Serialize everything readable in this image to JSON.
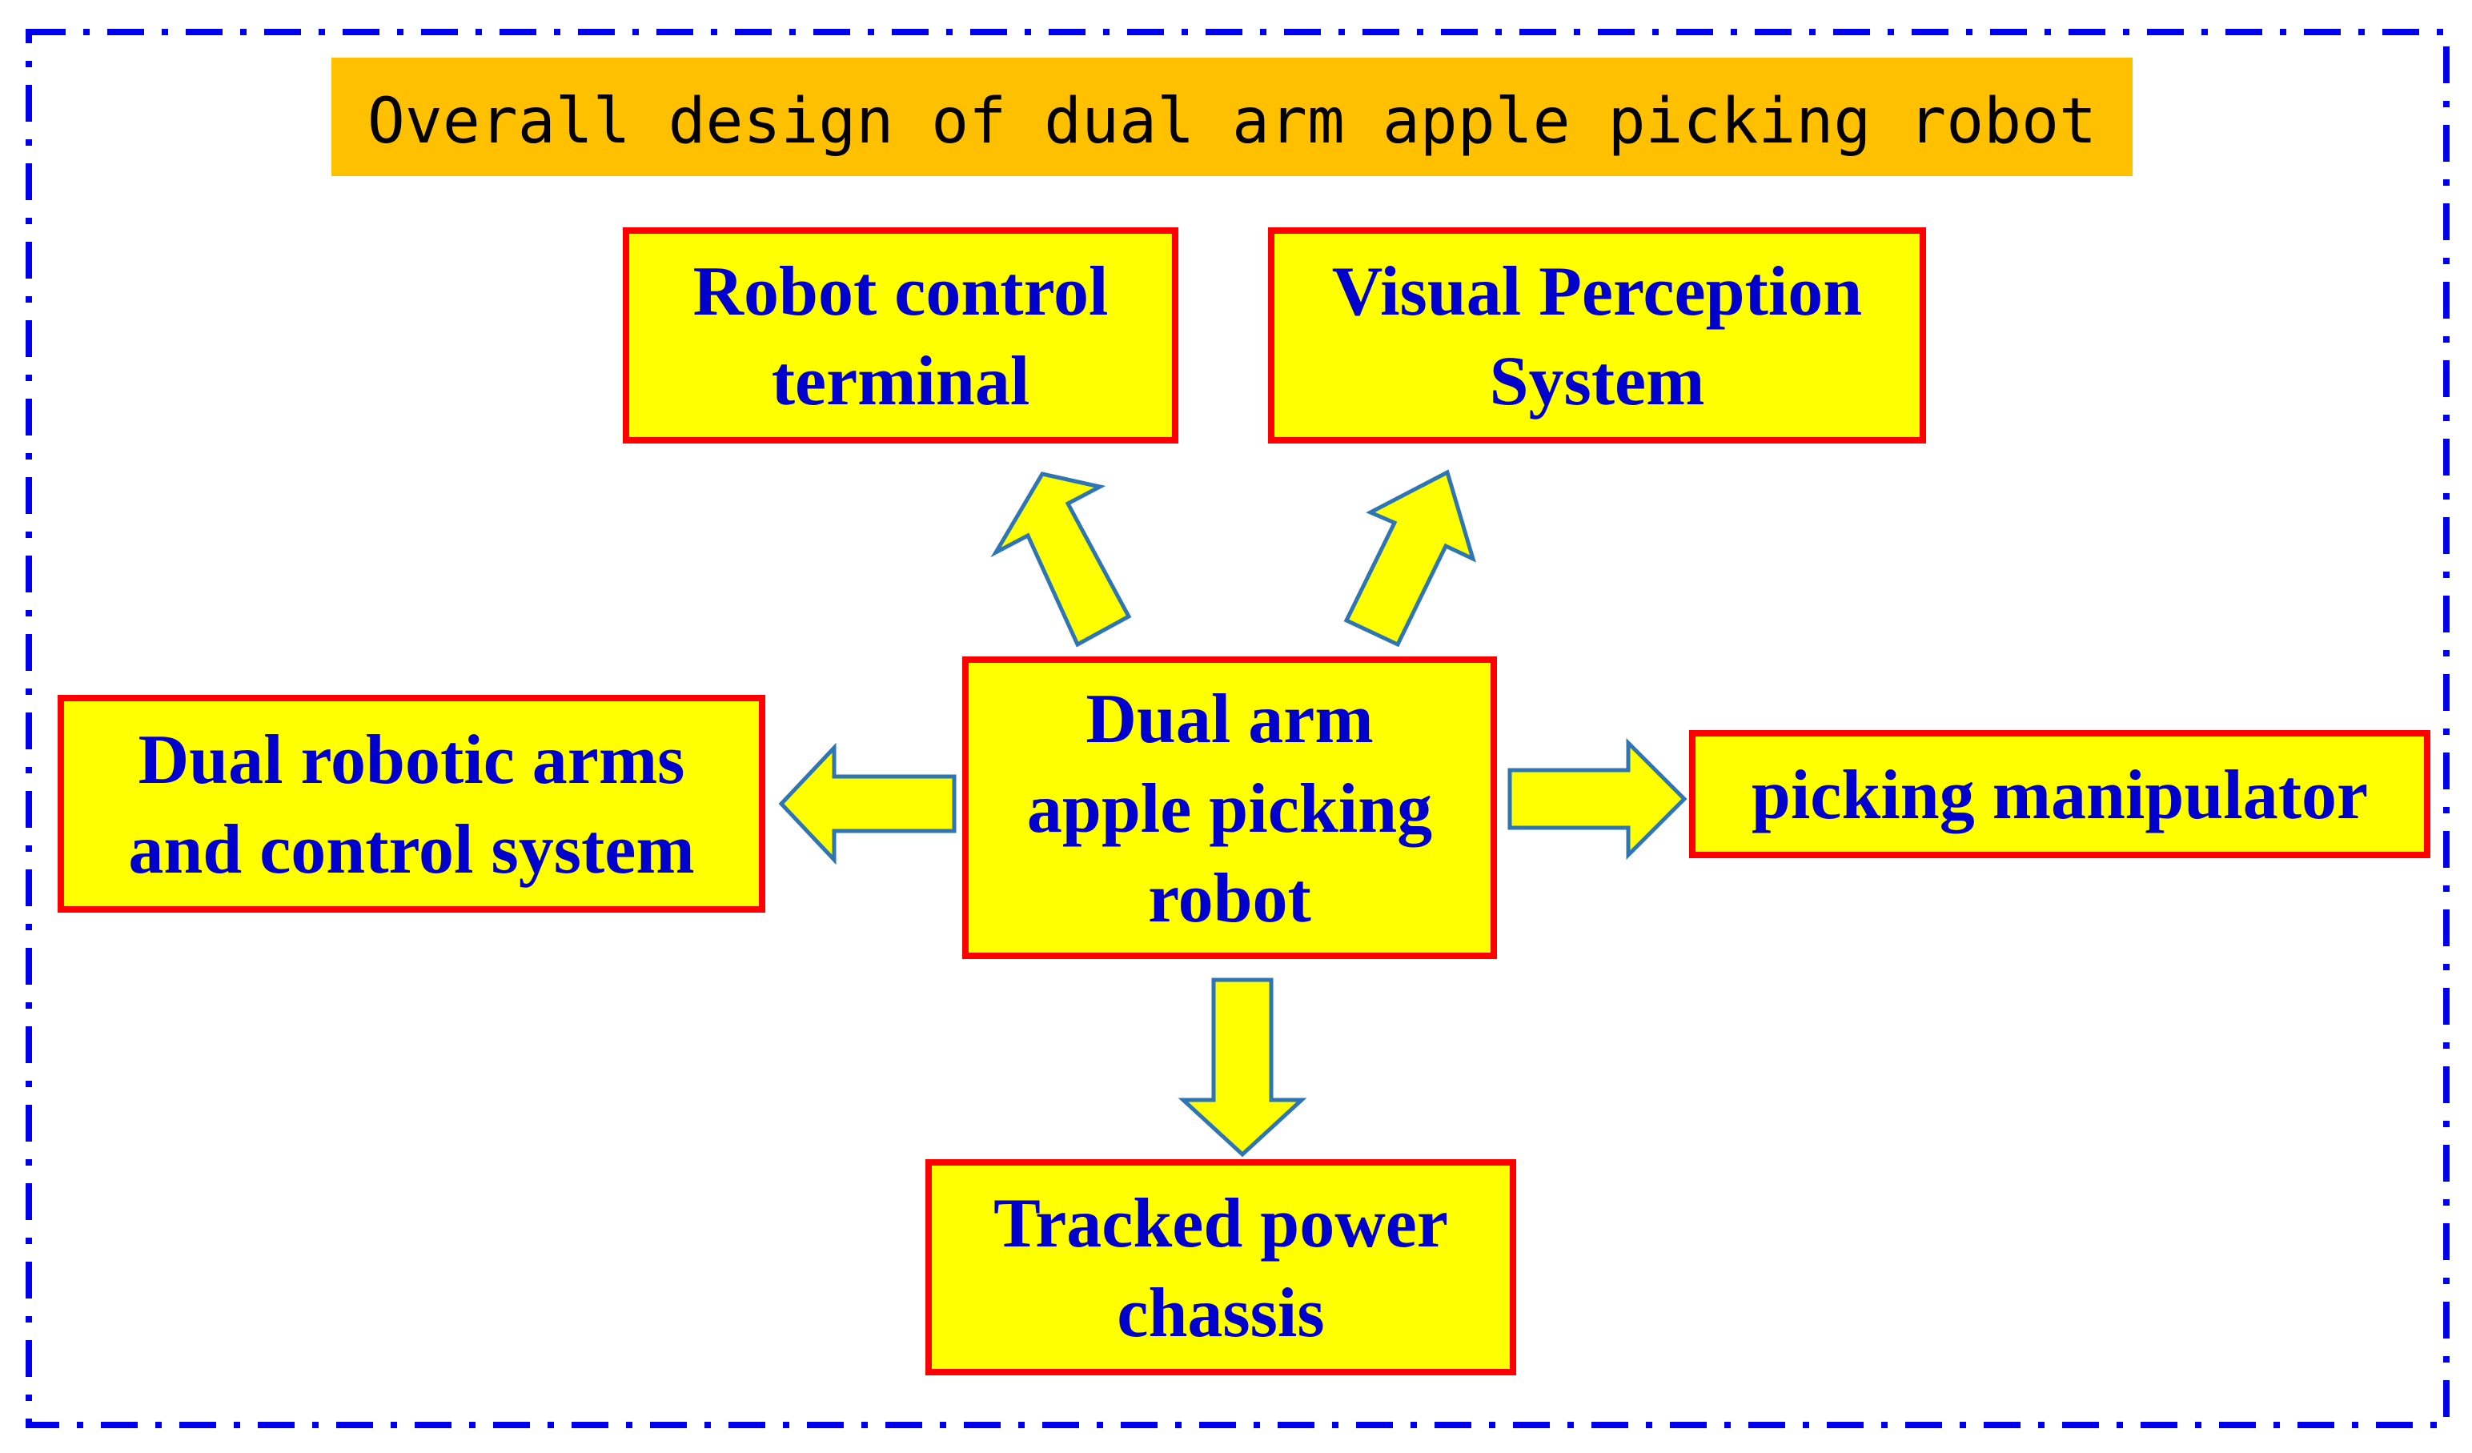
{
  "title": "Overall design of dual arm apple picking robot",
  "nodes": {
    "center": {
      "lines": [
        "Dual arm",
        "apple picking",
        "robot"
      ]
    },
    "control_terminal": {
      "lines": [
        "Robot control",
        "terminal"
      ]
    },
    "visual_perception": {
      "lines": [
        "Visual Perception",
        "System"
      ]
    },
    "robotic_arms": {
      "lines": [
        "Dual robotic arms",
        "and control system"
      ]
    },
    "manipulator": {
      "lines": [
        "picking manipulator"
      ]
    },
    "chassis": {
      "lines": [
        "Tracked power",
        "chassis"
      ]
    }
  },
  "colors": {
    "frame_border": "#0000ee",
    "title_background": "#ffc000",
    "node_fill": "#ffff00",
    "node_border": "#ff0000",
    "node_text": "#0000cc",
    "arrow_fill": "#ffff00",
    "arrow_border": "#2e75b6"
  }
}
